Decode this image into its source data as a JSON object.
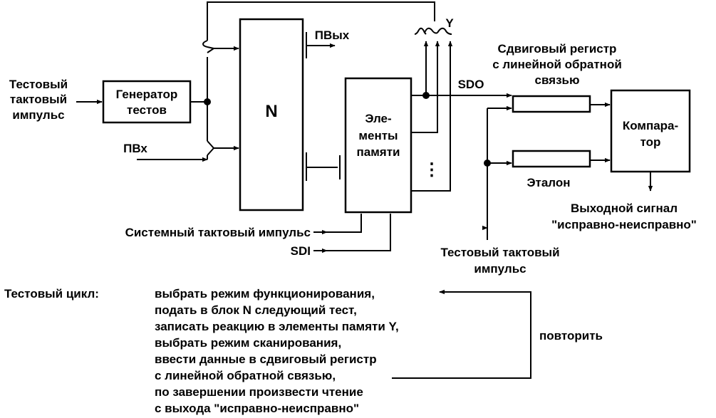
{
  "blocks": {
    "generator": [
      "Генератор",
      "тестов"
    ],
    "n_block": "N",
    "memory": [
      "Эле-",
      "менты",
      "памяти"
    ],
    "shift_register": [
      "Сдвиговый регистр",
      "с линейной обратной",
      "связью"
    ],
    "comparator": [
      "Компара-",
      "тор"
    ],
    "reference": "Эталон"
  },
  "signals": {
    "test_clock_in": [
      "Тестовый",
      "тактовый",
      "импульс"
    ],
    "pv_in": "ПВх",
    "pv_out": "ПВых",
    "y": "Y",
    "sdo": "SDO",
    "sdi": "SDI",
    "system_clock": "Системный тактовый импульс",
    "test_clock_bottom": [
      "Тестовый тактовый",
      "импульс"
    ],
    "output_signal": [
      "Выходной сигнал",
      "\"исправно-неисправно\""
    ],
    "dots": "⋮"
  },
  "cycle": {
    "title": "Тестовый цикл:",
    "steps": [
      "выбрать режим функционирования,",
      "подать в блок N следующий тест,",
      "записать реакцию в элементы памяти Y,",
      "выбрать режим сканирования,",
      "ввести данные в сдвиговый регистр",
      "с линейной обратной связью,",
      "по завершении произвести чтение",
      "с выхода \"исправно-неисправно\""
    ],
    "repeat": "повторить"
  }
}
